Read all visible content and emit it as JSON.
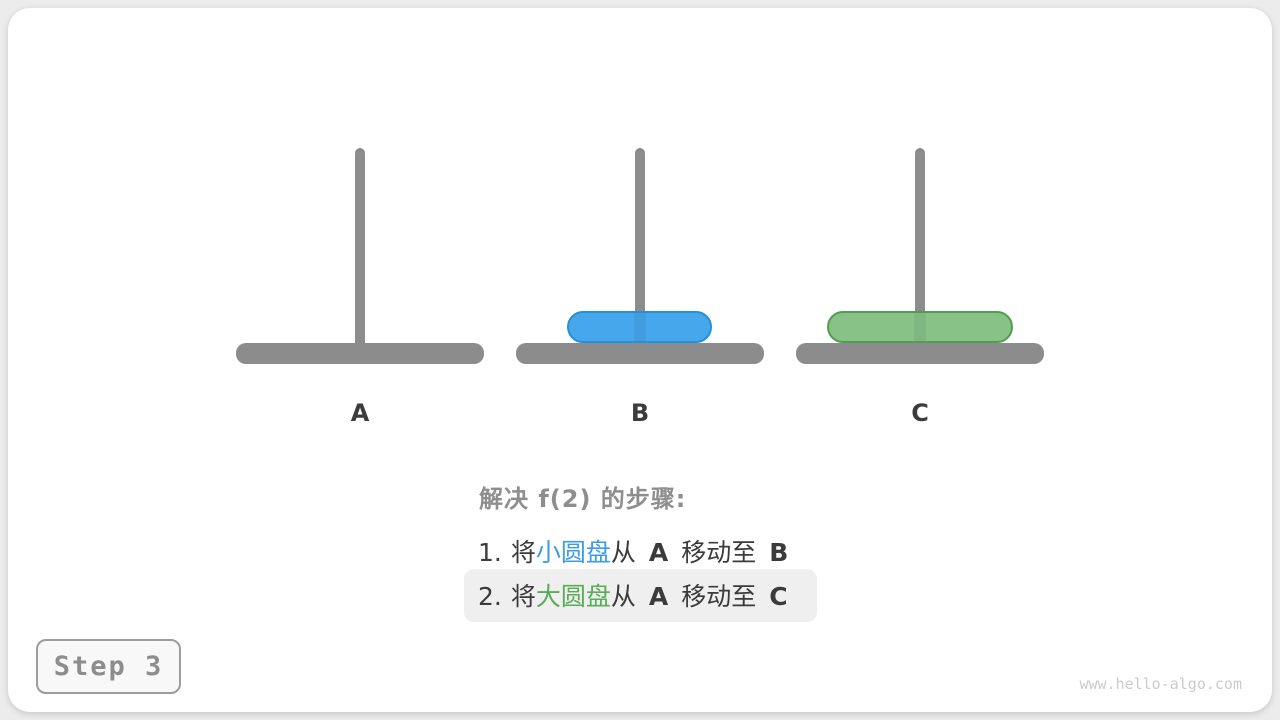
{
  "page": {
    "step_badge": "Step 3",
    "watermark": "www.hello-algo.com"
  },
  "hanoi": {
    "pegs": [
      {
        "label": "A",
        "disks": []
      },
      {
        "label": "B",
        "disks": [
          "small-disk"
        ]
      },
      {
        "label": "C",
        "disks": [
          "large-disk"
        ]
      }
    ],
    "disks": [
      {
        "name": "small-disk",
        "peg": "B",
        "fill": "#47A7EC",
        "border": "#2490D8"
      },
      {
        "name": "large-disk",
        "peg": "C",
        "fill": "#89C287",
        "border": "#4F9E51"
      }
    ]
  },
  "caption": {
    "title": "解决 f(2) 的步骤:",
    "steps": [
      {
        "num": "1.",
        "pre": "将",
        "disk": "小圆盘",
        "mid": "从",
        "from": "A",
        "verb": "移动至",
        "to": "B",
        "disk_color": "#3B9DE4",
        "highlighted": false
      },
      {
        "num": "2.",
        "pre": "将",
        "disk": "大圆盘",
        "mid": "从",
        "from": "A",
        "verb": "移动至",
        "to": "C",
        "disk_color": "#5AAC58",
        "highlighted": true
      }
    ]
  },
  "colors": {
    "background": "#ECECEC",
    "card": "#FFFFFF",
    "peg_gray": "#8C8C8C",
    "peg_label": "#3C3C3C",
    "caption_title": "#8E8E8E",
    "caption_text": "#3B3B3B",
    "highlight_bg": "#EFEFEF",
    "step_badge_border": "#9C9C9C",
    "step_badge_bg": "#F8F8F8",
    "step_badge_text": "#8D8D8D",
    "watermark": "#CBCBCB"
  }
}
